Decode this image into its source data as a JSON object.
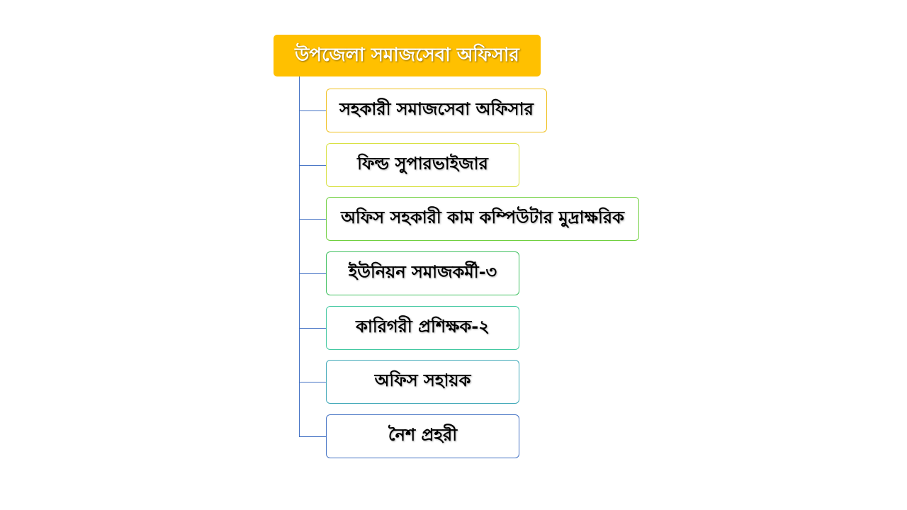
{
  "root": {
    "label": "উপজেলা সমাজসেবা অফিসার",
    "color": "#ffc000"
  },
  "connector_color": "#4472c4",
  "children": [
    {
      "label": "সহকারী সমাজসেবা অফিসার",
      "border": "#f0c020"
    },
    {
      "label": "ফিল্ড সুপারভাইজার",
      "border": "#d8e040"
    },
    {
      "label": "অফিস সহকারী কাম কম্পিউটার মুদ্রাক্ষরিক",
      "border": "#70d040"
    },
    {
      "label": "ইউনিয়ন সমাজকর্মী-৩",
      "border": "#40c060"
    },
    {
      "label": "কারিগরী প্রশিক্ষক-২",
      "border": "#40c8a0"
    },
    {
      "label": "অফিস সহায়ক",
      "border": "#40a8b8"
    },
    {
      "label": "নৈশ প্রহরী",
      "border": "#4472c4"
    }
  ]
}
